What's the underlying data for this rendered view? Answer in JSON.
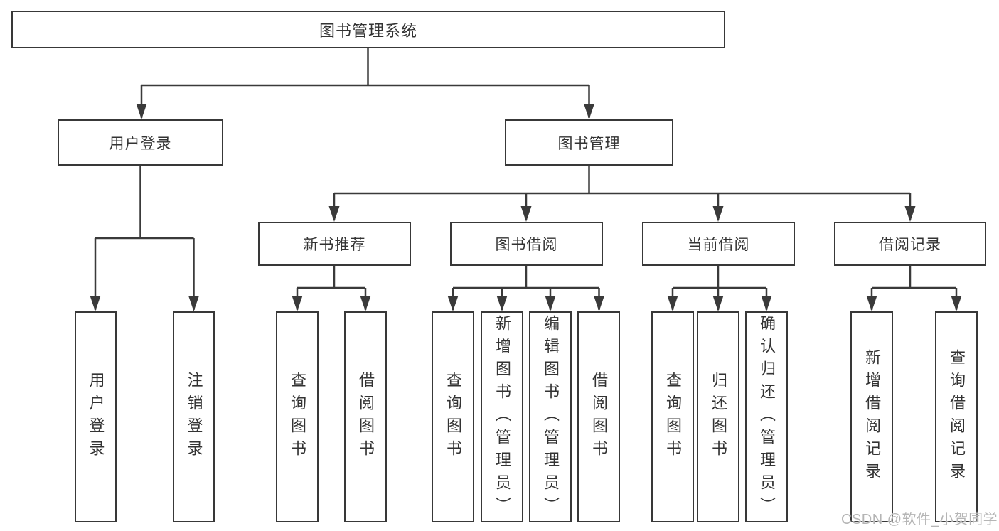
{
  "diagram": {
    "type": "hierarchy-tree",
    "colors": {
      "line": "#3a3a3a",
      "border": "#383838",
      "text": "#333333",
      "box_bg": "#ffffff",
      "watermark": "#b5b5b5"
    },
    "nodes": {
      "root": {
        "label": "图书管理系统"
      },
      "level2": [
        {
          "label": "用户登录"
        },
        {
          "label": "图书管理"
        }
      ],
      "level3": [
        {
          "label": "新书推荐",
          "parent": "图书管理"
        },
        {
          "label": "图书借阅",
          "parent": "图书管理"
        },
        {
          "label": "当前借阅",
          "parent": "图书管理"
        },
        {
          "label": "借阅记录",
          "parent": "图书管理"
        }
      ],
      "leaves": [
        {
          "label": "用户登录",
          "parent": "用户登录"
        },
        {
          "label": "注销登录",
          "parent": "用户登录"
        },
        {
          "label": "查询图书",
          "parent": "新书推荐"
        },
        {
          "label": "借阅图书",
          "parent": "新书推荐"
        },
        {
          "label": "查询图书",
          "parent": "图书借阅"
        },
        {
          "label": "新增图书（管理员）",
          "parent": "图书借阅"
        },
        {
          "label": "编辑图书（管理员）",
          "parent": "图书借阅"
        },
        {
          "label": "借阅图书",
          "parent": "图书借阅"
        },
        {
          "label": "查询图书",
          "parent": "当前借阅"
        },
        {
          "label": "归还图书",
          "parent": "当前借阅"
        },
        {
          "label": "确认归还（管理员）",
          "parent": "当前借阅"
        },
        {
          "label": "新增借阅记录",
          "parent": "借阅记录"
        },
        {
          "label": "查询借阅记录",
          "parent": "借阅记录"
        }
      ]
    }
  },
  "watermark": "CSDN @软件_小贺同学"
}
